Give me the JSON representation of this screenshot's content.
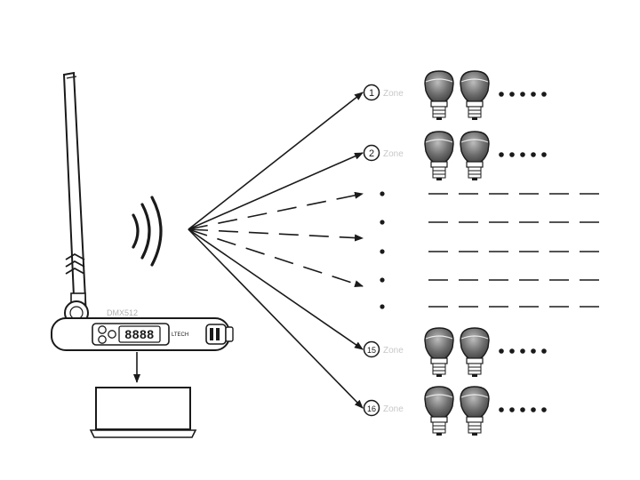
{
  "display": {
    "digits": "8888"
  },
  "device": {
    "brand": "DMX512",
    "model": "LTECH"
  },
  "zones": [
    {
      "number": "1",
      "label": "Zone",
      "show_bulbs": true
    },
    {
      "number": "2",
      "label": "Zone",
      "show_bulbs": true
    },
    {
      "number": "15",
      "label": "Zone",
      "show_bulbs": true
    },
    {
      "number": "16",
      "label": "Zone",
      "show_bulbs": true
    }
  ],
  "colors": {
    "ink": "#1a1a1a",
    "bulb_dome": "#555555",
    "bulb_base": "#ffffff"
  }
}
